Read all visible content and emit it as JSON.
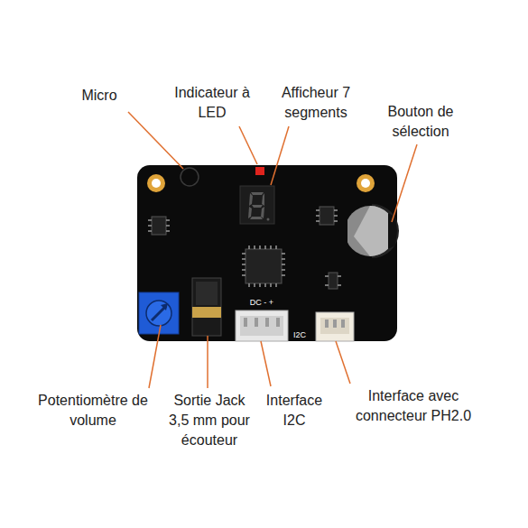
{
  "diagram": {
    "labels": [
      "Micro",
      "Indicateur à LED",
      "Afficheur 7 segments",
      "Bouton de sélection",
      "Potentiomètre de volume",
      "Sortie Jack 3,5 mm pour écouteur",
      "Interface I2C",
      "Interface avec connecteur PH2.0",
      "DC - +",
      "I2C"
    ]
  }
}
